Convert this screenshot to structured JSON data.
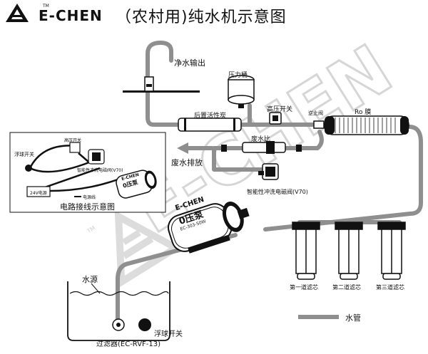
{
  "header": {
    "brand": "E-CHEN",
    "trademark": "TM",
    "title": "（农村用)纯水机示意图"
  },
  "watermark": {
    "text": "E-CHEN",
    "tm": "TM"
  },
  "labels": {
    "pure_water_output": "净水输出",
    "pressure_tank": "压力桶",
    "post_carbon": "后置活性炭",
    "high_pressure_switch": "高压开关",
    "check_valve": "逆止阀",
    "ro_membrane": "Ro 膜",
    "waste_ratio": "废水比",
    "waste_drain": "废水排放",
    "flush_valve": "智能性冲洗电磁阀(V70)",
    "stage1": "第一道滤芯",
    "stage2": "第二道滤芯",
    "stage3": "第三道滤芯",
    "water_source": "水源",
    "float_switch": "浮球开关",
    "filter": "过滤器(EC-RVF-13)",
    "legend_pipe": "水管"
  },
  "pump": {
    "brand": "E-CHEN",
    "name": "0压泵",
    "model": "EC-303-50W"
  },
  "inset": {
    "caption": "电路接线示意图",
    "float_switch": "浮球开关",
    "hp_switch": "高压开关",
    "flush_valve": "智能性冲洗电磁阀(V70)",
    "power": "24V电源",
    "wire_legend": "电源线",
    "pump_brand": "E-CHEN",
    "pump_name": "0压泵"
  },
  "colors": {
    "pipe": "#8f8f8f",
    "outline": "#111111",
    "watermark": "#d9d9d9"
  }
}
